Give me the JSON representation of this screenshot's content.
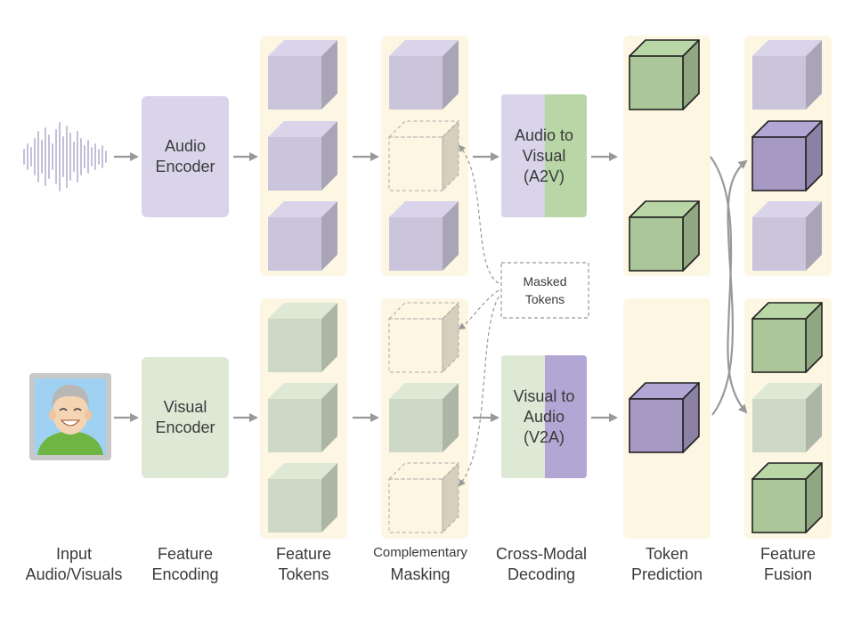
{
  "encoders": {
    "audio": {
      "line1": "Audio",
      "line2": "Encoder"
    },
    "visual": {
      "line1": "Visual",
      "line2": "Encoder"
    }
  },
  "decoders": {
    "a2v": {
      "line1": "Audio to",
      "line2": "Visual",
      "line3": "(A2V)"
    },
    "v2a": {
      "line1": "Visual to",
      "line2": "Audio",
      "line3": "(V2A)"
    }
  },
  "masked_tokens": {
    "line1": "Masked",
    "line2": "Tokens"
  },
  "stages": [
    {
      "line1": "Input",
      "line2": "Audio/Visuals"
    },
    {
      "line1": "Feature",
      "line2": "Encoding"
    },
    {
      "line1": "Feature",
      "line2": "Tokens"
    },
    {
      "line1": "Complementary",
      "line2": "Masking"
    },
    {
      "line1": "Cross-Modal",
      "line2": "Decoding"
    },
    {
      "line1": "Token",
      "line2": "Prediction"
    },
    {
      "line1": "Feature",
      "line2": "Fusion"
    }
  ],
  "colors": {
    "panel": "#fdf6e3",
    "audio_light": "#d9d4ea",
    "audio_dark": "#b2a6d4",
    "visual_light": "#dde8d5",
    "visual_dark": "#b8d6a6",
    "arrow": "#999999"
  },
  "icons": {
    "waveform": "audio-waveform-icon",
    "face": "face-photo-icon"
  }
}
